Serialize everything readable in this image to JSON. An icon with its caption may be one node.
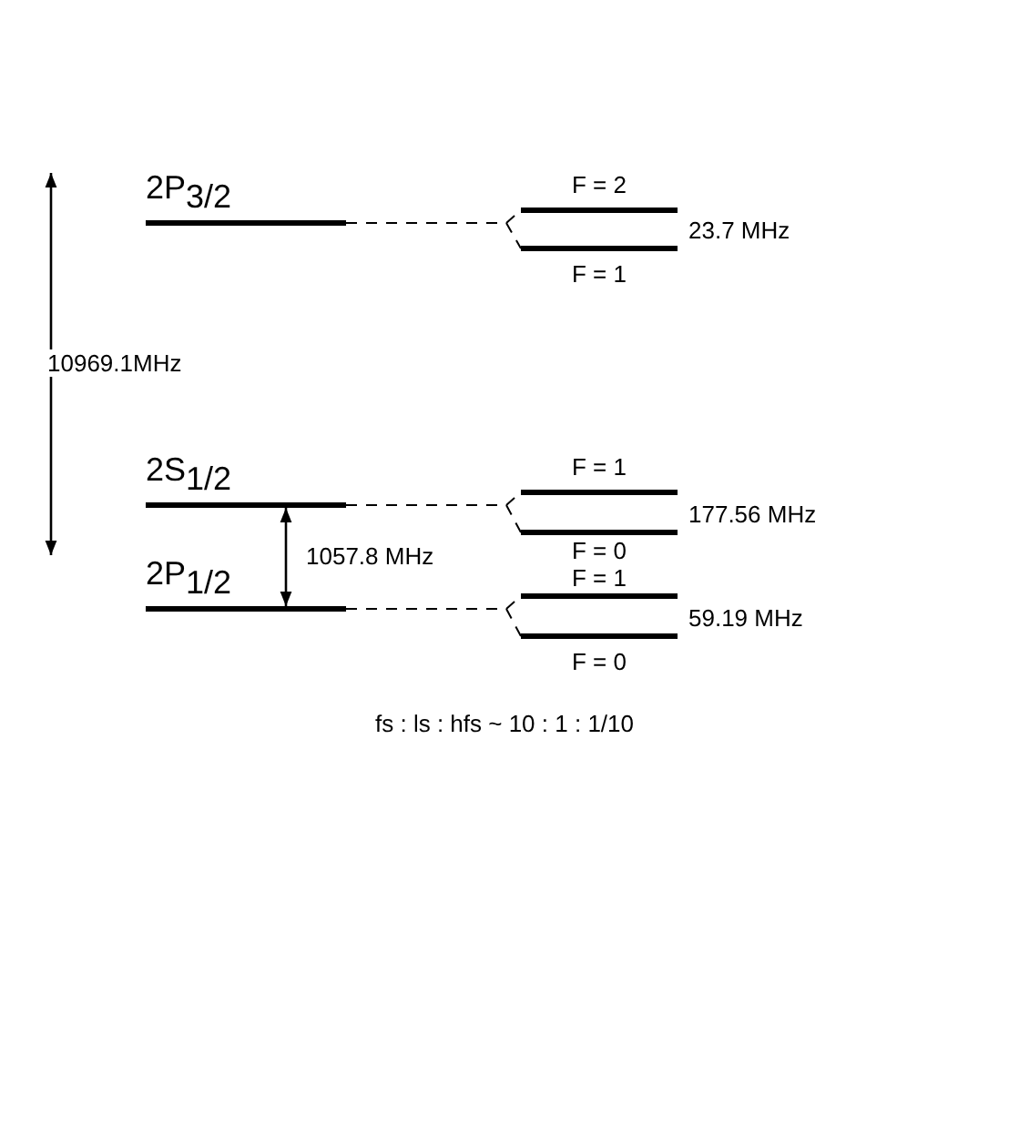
{
  "diagram": {
    "nodes": [
      {
        "text": [
          "2P$_{3/2}$"
        ]
      },
      {
        "text": [
          "F = 2"
        ]
      },
      {
        "text": [
          "F = 1"
        ]
      },
      {
        "text": [
          "2S$_{1/2}$"
        ]
      },
      {
        "text": [
          "F = 1"
        ]
      },
      {
        "text": [
          "F = 0"
        ]
      },
      {
        "text": [
          "2P$_{1/2}$"
        ]
      },
      {
        "text": [
          "F = 1"
        ]
      },
      {
        "text": [
          "F = 0"
        ]
      }
    ],
    "edges": [
      {
        "from": 0,
        "to": 1,
        "arrow": "none",
        "style": "dashed"
      },
      {
        "from": 0,
        "to": 2,
        "arrow": "none",
        "style": "dashed"
      },
      {
        "from": 3,
        "to": 4,
        "arrow": "none",
        "style": "dashed"
      },
      {
        "from": 3,
        "to": 5,
        "arrow": "none",
        "style": "dashed"
      },
      {
        "from": 6,
        "to": 7,
        "arrow": "none",
        "style": "dashed"
      },
      {
        "from": 6,
        "to": 8,
        "arrow": "none",
        "style": "dashed"
      },
      {
        "from": 3,
        "to": 6,
        "arrow": "both",
        "label": "1057.8 MHz"
      }
    ],
    "labels": [
      "23.7 MHz",
      "10969.1MHz",
      "177.56 MHz",
      "59.19 MHz",
      "fs : ls : hfs ~ 10 : 1 : 1/10"
    ]
  }
}
